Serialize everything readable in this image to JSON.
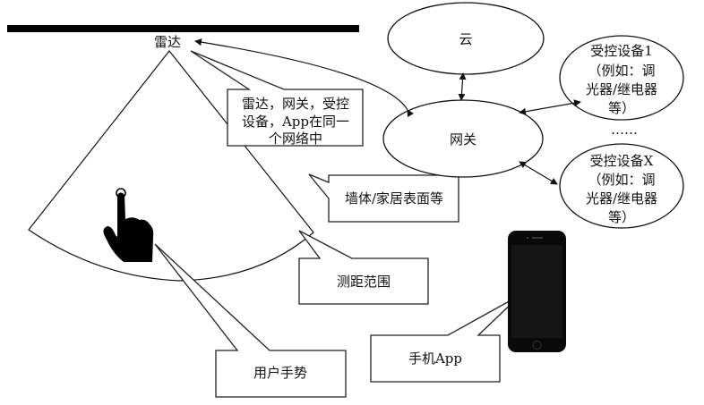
{
  "radar": {
    "label": "雷达"
  },
  "callouts": {
    "network": {
      "lines": [
        "雷达，网关，受控",
        "设备，App在同一",
        "个网络中"
      ]
    },
    "wall": {
      "label": "墙体/家居表面等"
    },
    "range": {
      "label": "测距范围"
    },
    "gesture": {
      "label": "用户手势"
    },
    "phone_app": {
      "label": "手机App"
    }
  },
  "nodes": {
    "cloud": {
      "label": "云"
    },
    "gateway": {
      "label": "网关"
    },
    "device_1": {
      "lines": [
        "受控设备1",
        "（例如：调",
        "光器/继电器",
        "等）"
      ]
    },
    "ellipsis": {
      "label": "……"
    },
    "device_x": {
      "lines": [
        "受控设备X",
        "（例如：调",
        "光器/继电器",
        "等）"
      ]
    }
  },
  "icons": {
    "hand": "pointing-hand-icon",
    "phone": "smartphone-icon"
  }
}
